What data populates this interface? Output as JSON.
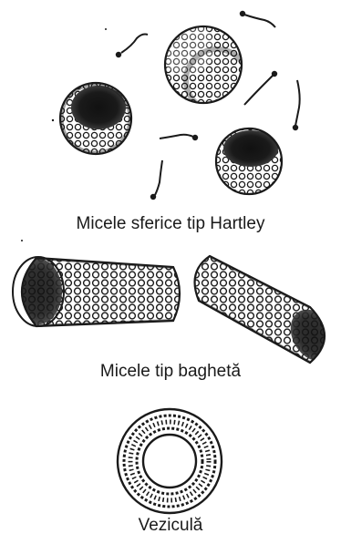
{
  "captions": {
    "hartley": "Micele sferice tip Hartley",
    "bagheta": "Micele tip baghetă",
    "vezicula": "Veziculă"
  },
  "colors": {
    "ink": "#1a1a1a",
    "background": "#ffffff"
  },
  "structures": {
    "spherical_micelles": 3,
    "free_monomers": 6,
    "rod_micelles": 2,
    "vesicles": 1
  }
}
